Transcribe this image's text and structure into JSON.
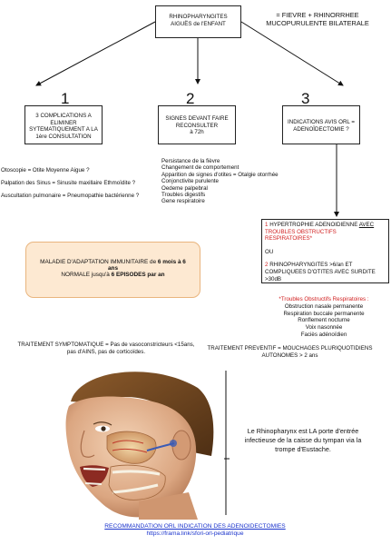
{
  "header": {
    "title_line1": "RHINOPHARYNGITES",
    "title_line2": "AIGUËS de l'ENFANT",
    "definition_line1": "=  FIEVRE   +  RHINORRHEE",
    "definition_line2": "MUCOPURULENTE BILATERALE"
  },
  "branches": [
    {
      "number": "1",
      "box_line1": "3 COMPLICATIONS A",
      "box_line2": "ELIMINER",
      "box_line3": "SYTEMATIQUEMENT A LA",
      "box_line4": "1ère CONSULTATION"
    },
    {
      "number": "2",
      "box_line1": "SIGNES DEVANT FAIRE",
      "box_line2": "RECONSULTER",
      "box_line3": "à 72h"
    },
    {
      "number": "3",
      "box_line1": "INDICATIONS AVIS ORL =",
      "box_line2": "ADENOÏDECTOMIE ?"
    }
  ],
  "complications": [
    "Otoscopie = Otite Moyenne Aigue ?",
    "Palpation des Sinus = Sinusite maxillaire Ethmoïdite ?",
    "Auscultation pulmonaire = Pneumopathie bactérienne ?"
  ],
  "signes": [
    "Persistance de la fièvre",
    "Changement de comportement",
    "Apparition de signes d'otites = Otalgie otorrhée",
    "Conjonctivite purulente",
    "Oedeme palpebral",
    "Troubles digestifs",
    "Gene respiratoire"
  ],
  "indications": {
    "i1_num": "1",
    "i1_a": "HYPERTROPHIE ADENOIDIENNE ",
    "i1_avec": "AVEC",
    "i1_b": "TROUBLES OBSTRUCTIFS",
    "i1_c": "RESPIRATOIRES*",
    "ou": "OU",
    "i2_num": "2",
    "i2_a": "RHINOPHARYNGITES >6/an ET",
    "i2_b": "COMPLIQUEES D'OTITES AVEC SURDITE",
    "i2_c": ">30dB"
  },
  "troubles": {
    "title": "*Troubles Obstructifs Respiratoires :",
    "items": [
      "Obstruction nasale permanente",
      "Respiration buccale permanente",
      "Ronflement nocturne",
      "Voix nasonnée",
      "Faciès adénoïdien"
    ]
  },
  "maladie": {
    "a": "MALADIE D'ADAPTATION IMMUNITAIRE de ",
    "a_bold": "6 mois à 6",
    "b_bold": "ans",
    "c": "NORMALE jusqu'à ",
    "c_bold": "6 EPISODES par an"
  },
  "traitements": {
    "symptomatique_line1": "TRAITEMENT SYMPTOMATIQUE = Pas de vasoconstricteurs <15ans,",
    "symptomatique_line2": "pas d'AINS, pas de corticoïdes.",
    "preventif_line1": "TRAITEMENT PREVENTIF = MOUCHAGES PLURIQUOTIDIENS",
    "preventif_line2": "AUTONOMES > 2 ans"
  },
  "illustration_caption": "Le Rhinopharynx est LA porte d'entrée infectieuse de la caisse du tympan via la trompe d'Eustache.",
  "footer": {
    "recommendation": "RECOMMANDATION ORL INDICATION DES ADENOIDECTOMIES",
    "link": "https://frama.link/sfori-orl-pediatrique"
  },
  "colors": {
    "accent_red": "#d12020",
    "maladie_bg": "#fde9d2",
    "maladie_border": "#e9b57e",
    "link_blue": "#1a33cc"
  }
}
